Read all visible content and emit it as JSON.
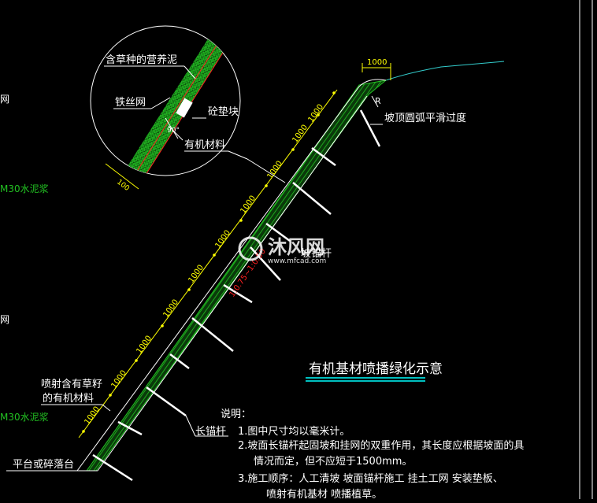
{
  "title": "有机基材喷播绿化示意",
  "detail": {
    "label_soil": "含草种的营养泥",
    "label_mesh": "铁丝网",
    "label_pad": "砼垫块",
    "label_organic": "有机材料",
    "angle": "90°",
    "dim": "100"
  },
  "labels": {
    "crest_dim": "1000",
    "radius": "R",
    "crest_arc": "坡顶圆弧平滑过度",
    "slope_anchor": "坡锚杆",
    "long_anchor": "长锚杆",
    "spray_1": "喷射含有草籽",
    "spray_2": "的有机材料",
    "platform": "平台或碎落台",
    "slope_ratio": "1:0.75~1:0.50",
    "left_mesh_1": "网",
    "left_mesh_2": "网",
    "left_cement_1": "M30水泥浆",
    "left_cement_2": "M30水泥浆"
  },
  "spacings": [
    "1000",
    "1000",
    "1000",
    "1000",
    "1000",
    "1000",
    "1000",
    "1000",
    "1000",
    "1000"
  ],
  "notes": {
    "heading": "说明：",
    "n1": "1.图中尺寸均以毫米计。",
    "n2a": "2.坡面长锚杆起固坡和挂网的双重作用，其长度应根据坡面的具",
    "n2b": "情况而定，但不应短于1500mm。",
    "n3a": "3.施工顺序：人工清坡   坡面锚杆施工   挂土工网   安装垫板、",
    "n3b": "喷射有机基材   喷播植草。"
  },
  "watermark": {
    "brand": "沐风网",
    "url": "www.mfcad.com"
  },
  "colors": {
    "background": "#000000",
    "lines": "#ffffff",
    "green": "#22c022",
    "yellow": "#ffff00",
    "red": "#ff2020",
    "cyan": "#00ffff",
    "teal": "#33cccc",
    "title_underline": "#00ffff"
  }
}
